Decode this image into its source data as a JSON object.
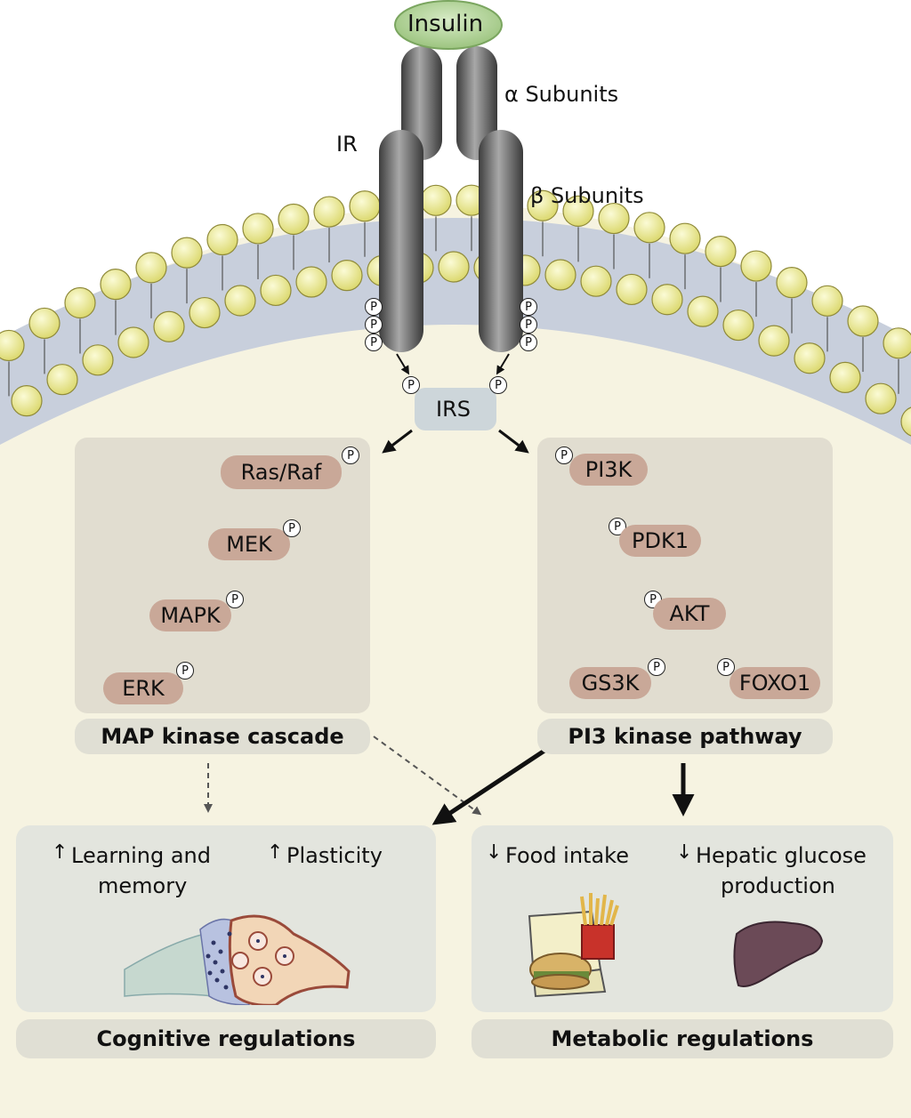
{
  "ligand": "Insulin",
  "receptor": {
    "label": "IR",
    "alpha": "α Subunits",
    "beta": "β Subunits"
  },
  "phospho_symbol": "P",
  "adapter": "IRS",
  "mapk_pathway": {
    "nodes": [
      "Ras/Raf",
      "MEK",
      "MAPK",
      "ERK"
    ],
    "title": "MAP kinase cascade"
  },
  "pi3k_pathway": {
    "nodes": [
      "PI3K",
      "PDK1",
      "AKT",
      "GS3K",
      "FOXO1"
    ],
    "title": "PI3 kinase pathway"
  },
  "cognitive": {
    "effect1_arrow": "↑",
    "effect1_line1": "Learning and",
    "effect1_line2": "memory",
    "effect2_arrow": "↑",
    "effect2": "Plasticity",
    "title": "Cognitive regulations"
  },
  "metabolic": {
    "effect1_arrow": "↓",
    "effect1": "Food intake",
    "effect2_arrow": "↓",
    "effect2_line1": "Hepatic glucose",
    "effect2_line2": "production",
    "title": "Metabolic regulations"
  },
  "colors": {
    "cytoplasm": "#f6f3e1",
    "membrane_head": "#e9e79a",
    "membrane_inner": "#c8cfdc",
    "receptor": "#555555",
    "insulin": "#b7d6a0",
    "irs": "#cdd6da",
    "node_pill": "#c9a898",
    "pathway_box": "#e1ddd0",
    "liver": "#6b4a57"
  }
}
